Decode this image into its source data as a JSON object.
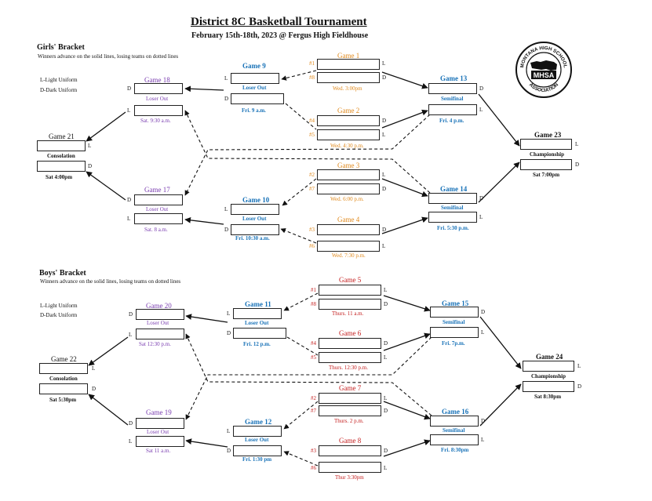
{
  "header": {
    "title": "District 8C Basketball Tournament",
    "subtitle": "February 15th-18th, 2023 @ Fergus High Fieldhouse"
  },
  "logo": {
    "top_text": "MONTANA HIGH SCHOOL",
    "center_text": "MHSA",
    "bottom_text": "ASSOCIATION"
  },
  "girls": {
    "title": "Girls' Bracket",
    "note": "Winners advance on the solid lines, losing teams on dotted lines",
    "legend_l": "L-Light Uniform",
    "legend_d": "D-Dark Uniform",
    "g1": {
      "name": "Game 1",
      "seed_a": "#1",
      "seed_b": "#8",
      "time": "Wed. 3:00pm"
    },
    "g2": {
      "name": "Game 2",
      "seed_a": "#4",
      "seed_b": "#5",
      "time": "Wed. 4:30 p.m."
    },
    "g3": {
      "name": "Game 3",
      "seed_a": "#2",
      "seed_b": "#7",
      "time": "Wed. 6:00 p.m."
    },
    "g4": {
      "name": "Game 4",
      "seed_a": "#3",
      "seed_b": "#6",
      "time": "Wed. 7:30 p.m."
    },
    "g9": {
      "name": "Game 9",
      "sub": "Loser Out",
      "time": "Fri. 9 a.m."
    },
    "g10": {
      "name": "Game 10",
      "sub": "Loser Out",
      "time": "Fri. 10:30 a.m."
    },
    "g13": {
      "name": "Game 13",
      "sub": "Semifinal",
      "time": "Fri. 4 p.m."
    },
    "g14": {
      "name": "Game 14",
      "sub": "Semifinal",
      "time": "Fri. 5:30 p.m."
    },
    "g17": {
      "name": "Game 17",
      "sub": "Loser Out",
      "time": "Sat. 8 a.m."
    },
    "g18": {
      "name": "Game 18",
      "sub": "Loser Out",
      "time": "Sat. 9:30 a.m."
    },
    "g21": {
      "name": "Game 21",
      "sub": "Consolation",
      "time": "Sat 4:00pm"
    },
    "g23": {
      "name": "Game 23",
      "sub": "Championship",
      "time": "Sat 7:00pm"
    }
  },
  "boys": {
    "title": "Boys' Bracket",
    "note": "Winners advance on the solid lines, losing teams on dotted lines",
    "legend_l": "L-Light Uniform",
    "legend_d": "D-Dark Uniform",
    "g5": {
      "name": "Game 5",
      "seed_a": "#1",
      "seed_b": "#8",
      "time": "Thurs. 11 a.m."
    },
    "g6": {
      "name": "Game 6",
      "seed_a": "#4",
      "seed_b": "#5",
      "time": "Thurs. 12:30 p.m."
    },
    "g7": {
      "name": "Game 7",
      "seed_a": "#2",
      "seed_b": "#7",
      "time": "Thurs. 2 p.m."
    },
    "g8": {
      "name": "Game 8",
      "seed_a": "#3",
      "seed_b": "#6",
      "time": "Thur 3:30pm"
    },
    "g11": {
      "name": "Game 11",
      "sub": "Loser Out",
      "time": "Fri. 12 p.m."
    },
    "g12": {
      "name": "Game 12",
      "sub": "Loser Out",
      "time": "Fri. 1:30 pm"
    },
    "g15": {
      "name": "Game 15",
      "sub": "Semifinal",
      "time": "Fri. 7p.m."
    },
    "g16": {
      "name": "Game 16",
      "sub": "Semifinal",
      "time": "Fri. 8:30pm"
    },
    "g19": {
      "name": "Game 19",
      "sub": "Loser Out",
      "time": "Sat 11 a.m."
    },
    "g20": {
      "name": "Game 20",
      "sub": "Loser Out",
      "time": "Sat 12:30 p.m."
    },
    "g22": {
      "name": "Game 22",
      "sub": "Consolation",
      "time": "Sat 5:30pm"
    },
    "g24": {
      "name": "Game 24",
      "sub": "Championship",
      "time": "Sat 8:30pm"
    }
  },
  "uniform": {
    "light": "L",
    "dark": "D"
  },
  "colors": {
    "first_round_girls": "#e08a1e",
    "first_round_boys": "#c41e1e",
    "games": "#1a73b8",
    "consolation": "#7a3db0"
  }
}
